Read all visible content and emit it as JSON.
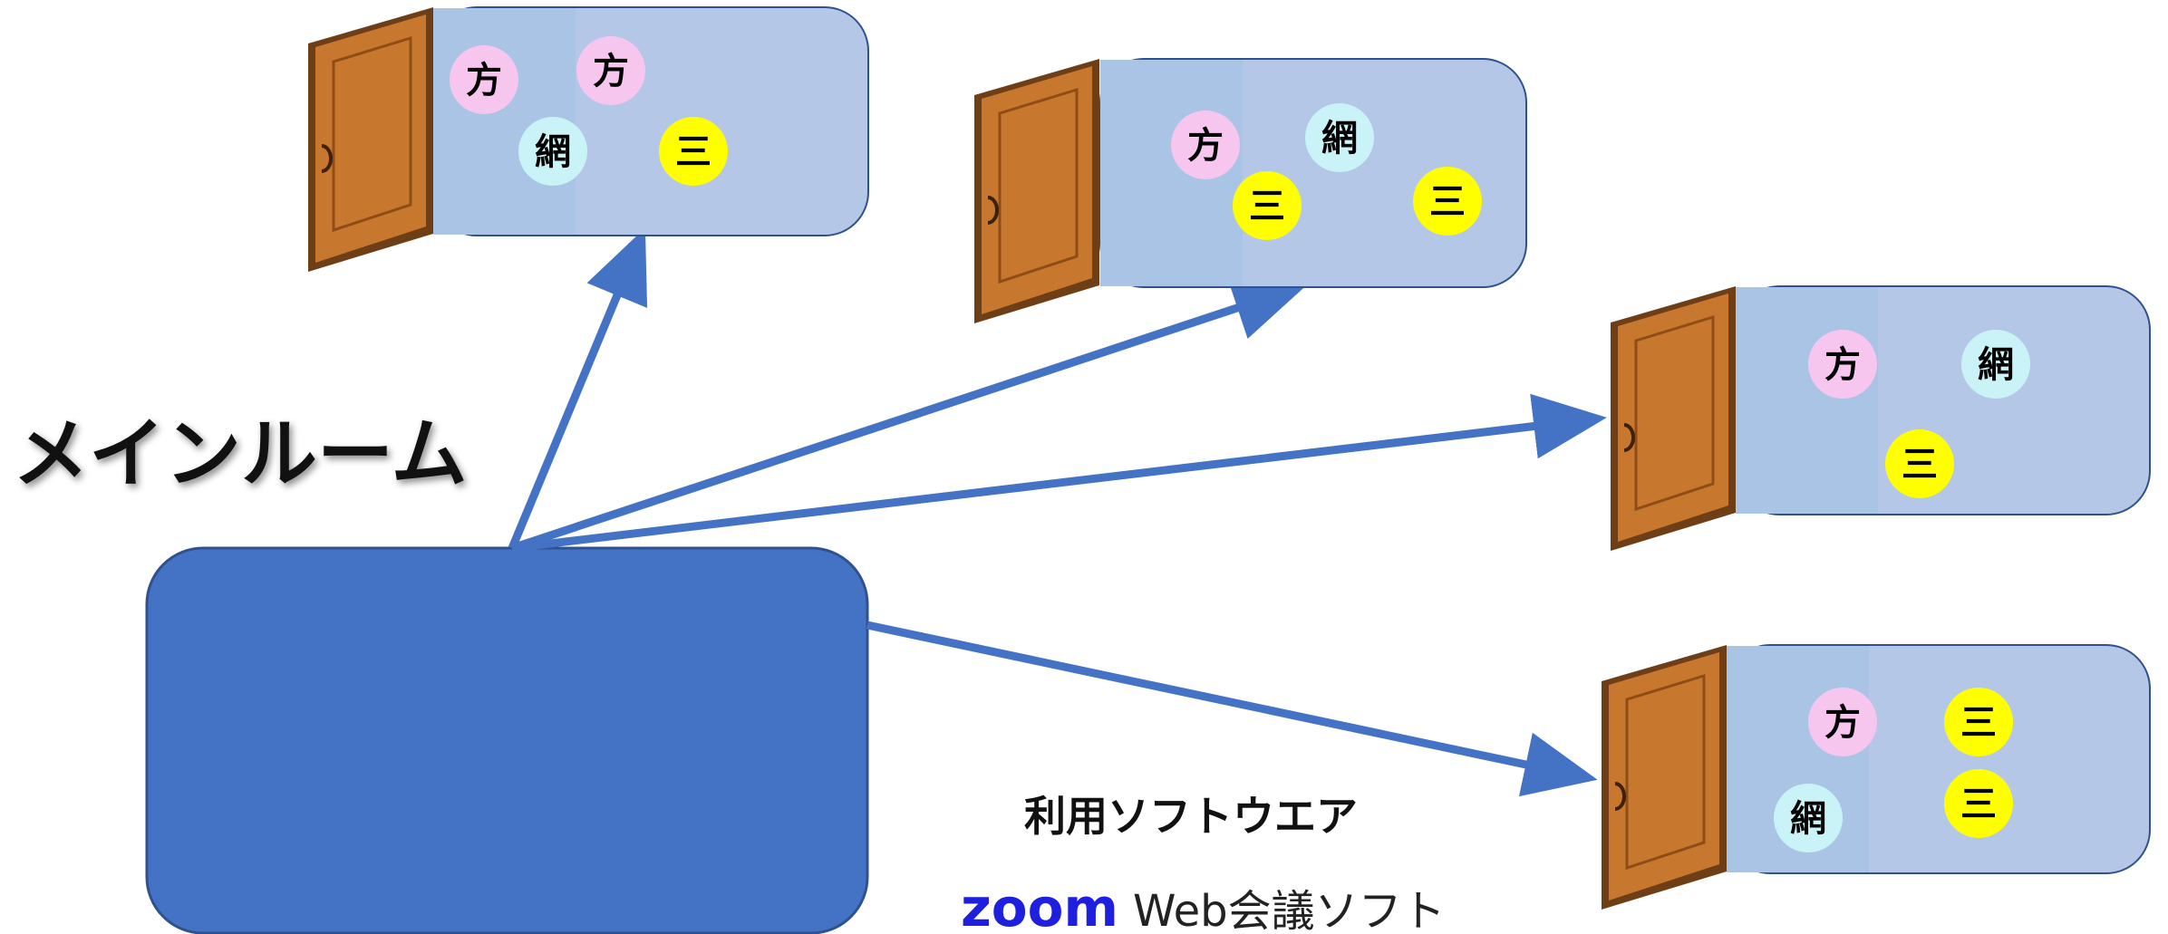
{
  "main_room": {
    "label": "メインルーム",
    "color": "#4472c4"
  },
  "arrow_color": "#4472c4",
  "room_color": "#b4c7e7",
  "room_front_color": "#a9c4e4",
  "door_color": "#c8772f",
  "rooms": [
    {
      "name": "breakout-room-1",
      "members": [
        {
          "t": "方",
          "kind": "pink"
        },
        {
          "t": "方",
          "kind": "pink"
        },
        {
          "t": "網",
          "kind": "cyan"
        },
        {
          "t": "三",
          "kind": "yellow"
        }
      ]
    },
    {
      "name": "breakout-room-2",
      "members": [
        {
          "t": "方",
          "kind": "pink"
        },
        {
          "t": "網",
          "kind": "cyan"
        },
        {
          "t": "三",
          "kind": "yellow"
        },
        {
          "t": "三",
          "kind": "yellow"
        }
      ]
    },
    {
      "name": "breakout-room-3",
      "members": [
        {
          "t": "方",
          "kind": "pink"
        },
        {
          "t": "網",
          "kind": "cyan"
        },
        {
          "t": "三",
          "kind": "yellow"
        }
      ]
    },
    {
      "name": "breakout-room-4",
      "members": [
        {
          "t": "方",
          "kind": "pink"
        },
        {
          "t": "三",
          "kind": "yellow"
        },
        {
          "t": "網",
          "kind": "cyan"
        },
        {
          "t": "三",
          "kind": "yellow"
        }
      ]
    }
  ],
  "member_colors": {
    "pink": "#f7c6ef",
    "cyan": "#c9f3f7",
    "yellow": "#ffff00"
  },
  "software": {
    "caption": "利用ソフトウエア",
    "name": "zoom",
    "name_color": "#1f1fe0",
    "description": "Web会議ソフト"
  }
}
